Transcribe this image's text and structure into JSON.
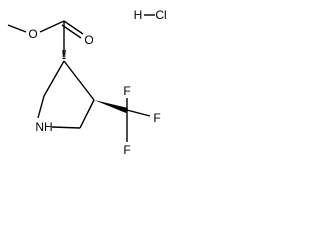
{
  "molecule": {
    "salt": {
      "h": "H",
      "cl": "Cl"
    },
    "ester": {
      "carbonyl_oxygen": "O",
      "ether_oxygen": "O"
    },
    "ring": {
      "nitrogen": "NH"
    },
    "cf3": {
      "f_right": "F",
      "f_top": "F",
      "f_bottom": "F"
    }
  },
  "colors": {
    "ink": "#000000",
    "background": "#ffffff"
  }
}
